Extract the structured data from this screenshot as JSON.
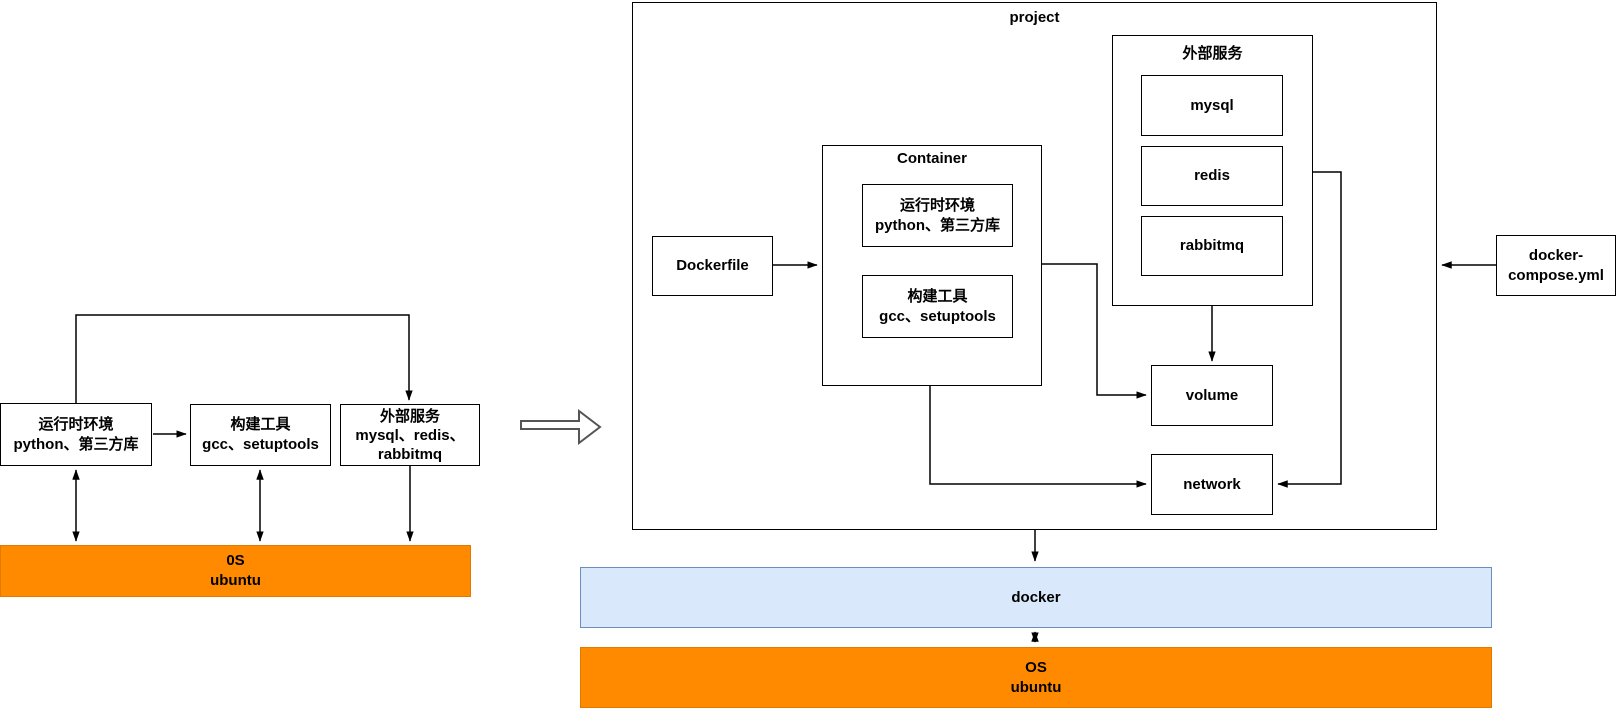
{
  "left_diagram": {
    "runtime_box": {
      "line1": "运行时环境",
      "line2": "python、第三方库"
    },
    "build_box": {
      "line1": "构建工具",
      "line2": "gcc、setuptools"
    },
    "services_box": {
      "line1": "外部服务",
      "line2": "mysql、redis、",
      "line3": "rabbitmq"
    },
    "os_bar": {
      "line1": "0S",
      "line2": "ubuntu"
    }
  },
  "right_diagram": {
    "project_label": "project",
    "container": {
      "label": "Container",
      "runtime_box": {
        "line1": "运行时环境",
        "line2": "python、第三方库"
      },
      "build_box": {
        "line1": "构建工具",
        "line2": "gcc、setuptools"
      }
    },
    "dockerfile_label": "Dockerfile",
    "services": {
      "label": "外部服务",
      "items": [
        "mysql",
        "redis",
        "rabbitmq"
      ]
    },
    "volume_label": "volume",
    "network_label": "network",
    "compose_box": {
      "line1": "docker-",
      "line2": "compose.yml"
    },
    "docker_bar_label": "docker",
    "os_bar": {
      "line1": "OS",
      "line2": "ubuntu"
    }
  },
  "colors": {
    "orange": "#ff8a00",
    "orange_border": "#e07b00",
    "blue_fill": "#dae8fc",
    "blue_border": "#6c8ebf",
    "line": "#000000"
  }
}
